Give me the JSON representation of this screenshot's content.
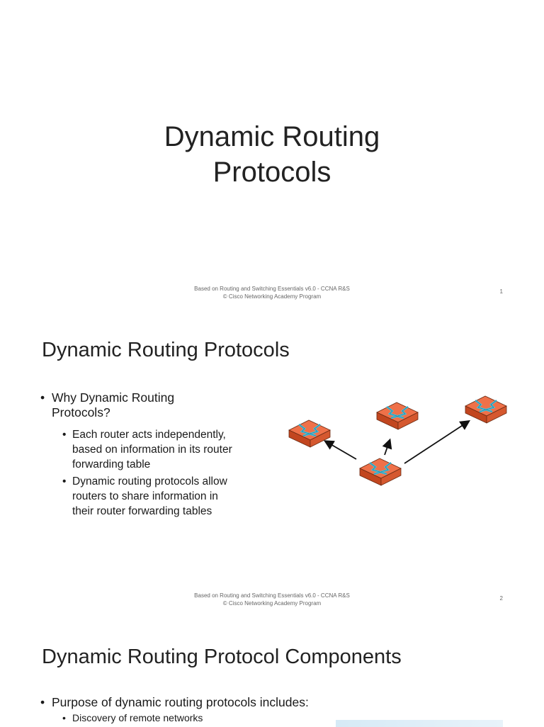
{
  "slide1": {
    "title_line1": "Dynamic Routing",
    "title_line2": "Protocols",
    "footer_line1": "Based on Routing and Switching Essentials v6.0 - CCNA R&S",
    "footer_line2": "© Cisco Networking Academy Program",
    "page": "1"
  },
  "slide2": {
    "title": "Dynamic Routing Protocols",
    "bullet1_line1": "Why Dynamic Routing",
    "bullet1_line2": "Protocols?",
    "sub1": [
      "Each router acts independently,",
      "based on information in its router",
      "forwarding table"
    ],
    "sub2": [
      "Dynamic routing protocols allow",
      "routers to share information in",
      "their router forwarding tables"
    ],
    "bullet_symbol": "•",
    "footer_line1": "Based on Routing and Switching Essentials v6.0 - CCNA R&S",
    "footer_line2": "© Cisco Networking Academy Program",
    "page": "2",
    "router_color": "#ef7149",
    "router_side_color": "#c2461f",
    "router_arrow_color": "#46c8e6"
  },
  "slide3": {
    "title": "Dynamic Routing Protocol Components",
    "bullet1": "Purpose of dynamic routing protocols includes:",
    "sub1": "Discovery of remote networks"
  }
}
